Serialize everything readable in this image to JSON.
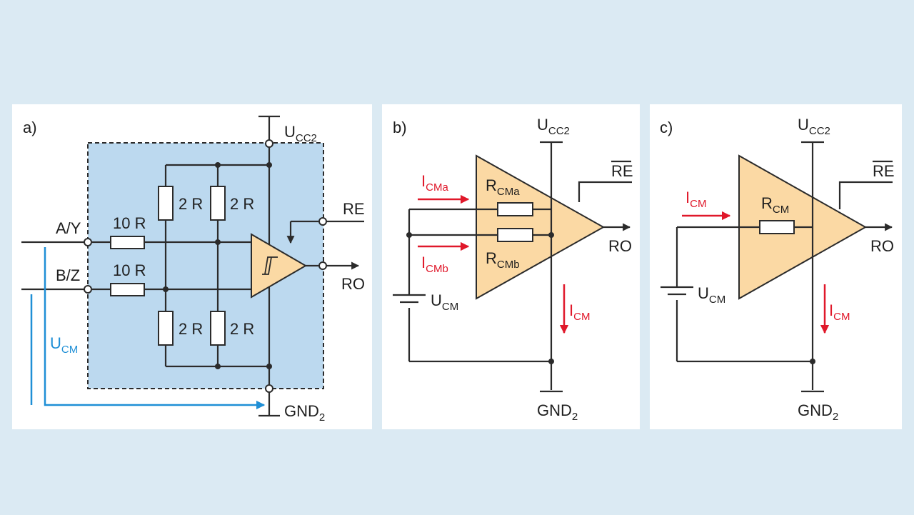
{
  "colors": {
    "background": "#dbeaf3",
    "panel": "#ffffff",
    "block_fill": "#bcd9ef",
    "amp_fill": "#fbd9a4",
    "current_arrow": "#e0182a",
    "common_mode_arrow": "#1f8fd6"
  },
  "panel_a": {
    "label": "a)",
    "supply": {
      "main": "U",
      "sub": "CC2"
    },
    "ground": {
      "main": "GND",
      "sub": "2"
    },
    "input_a": "A/Y",
    "input_b": "B/Z",
    "series_resistor_top": "10 R",
    "series_resistor_bottom": "10 R",
    "divider_resistors": [
      "2 R",
      "2 R",
      "2 R",
      "2 R"
    ],
    "enable": "RE",
    "output": "RO",
    "common_mode": {
      "main": "U",
      "sub": "CM"
    }
  },
  "panel_b": {
    "label": "b)",
    "supply": {
      "main": "U",
      "sub": "CC2"
    },
    "ground": {
      "main": "GND",
      "sub": "2"
    },
    "enable": "RE",
    "output": "RO",
    "current_a": {
      "main": "I",
      "sub": "CMa"
    },
    "current_b": {
      "main": "I",
      "sub": "CMb"
    },
    "resistor_a": {
      "main": "R",
      "sub": "CMa"
    },
    "resistor_b": {
      "main": "R",
      "sub": "CMb"
    },
    "source": {
      "main": "U",
      "sub": "CM"
    },
    "current_out": {
      "main": "I",
      "sub": "CM"
    }
  },
  "panel_c": {
    "label": "c)",
    "supply": {
      "main": "U",
      "sub": "CC2"
    },
    "ground": {
      "main": "GND",
      "sub": "2"
    },
    "enable": "RE",
    "output": "RO",
    "current_in": {
      "main": "I",
      "sub": "CM"
    },
    "resistor": {
      "main": "R",
      "sub": "CM"
    },
    "source": {
      "main": "U",
      "sub": "CM"
    },
    "current_out": {
      "main": "I",
      "sub": "CM"
    }
  }
}
